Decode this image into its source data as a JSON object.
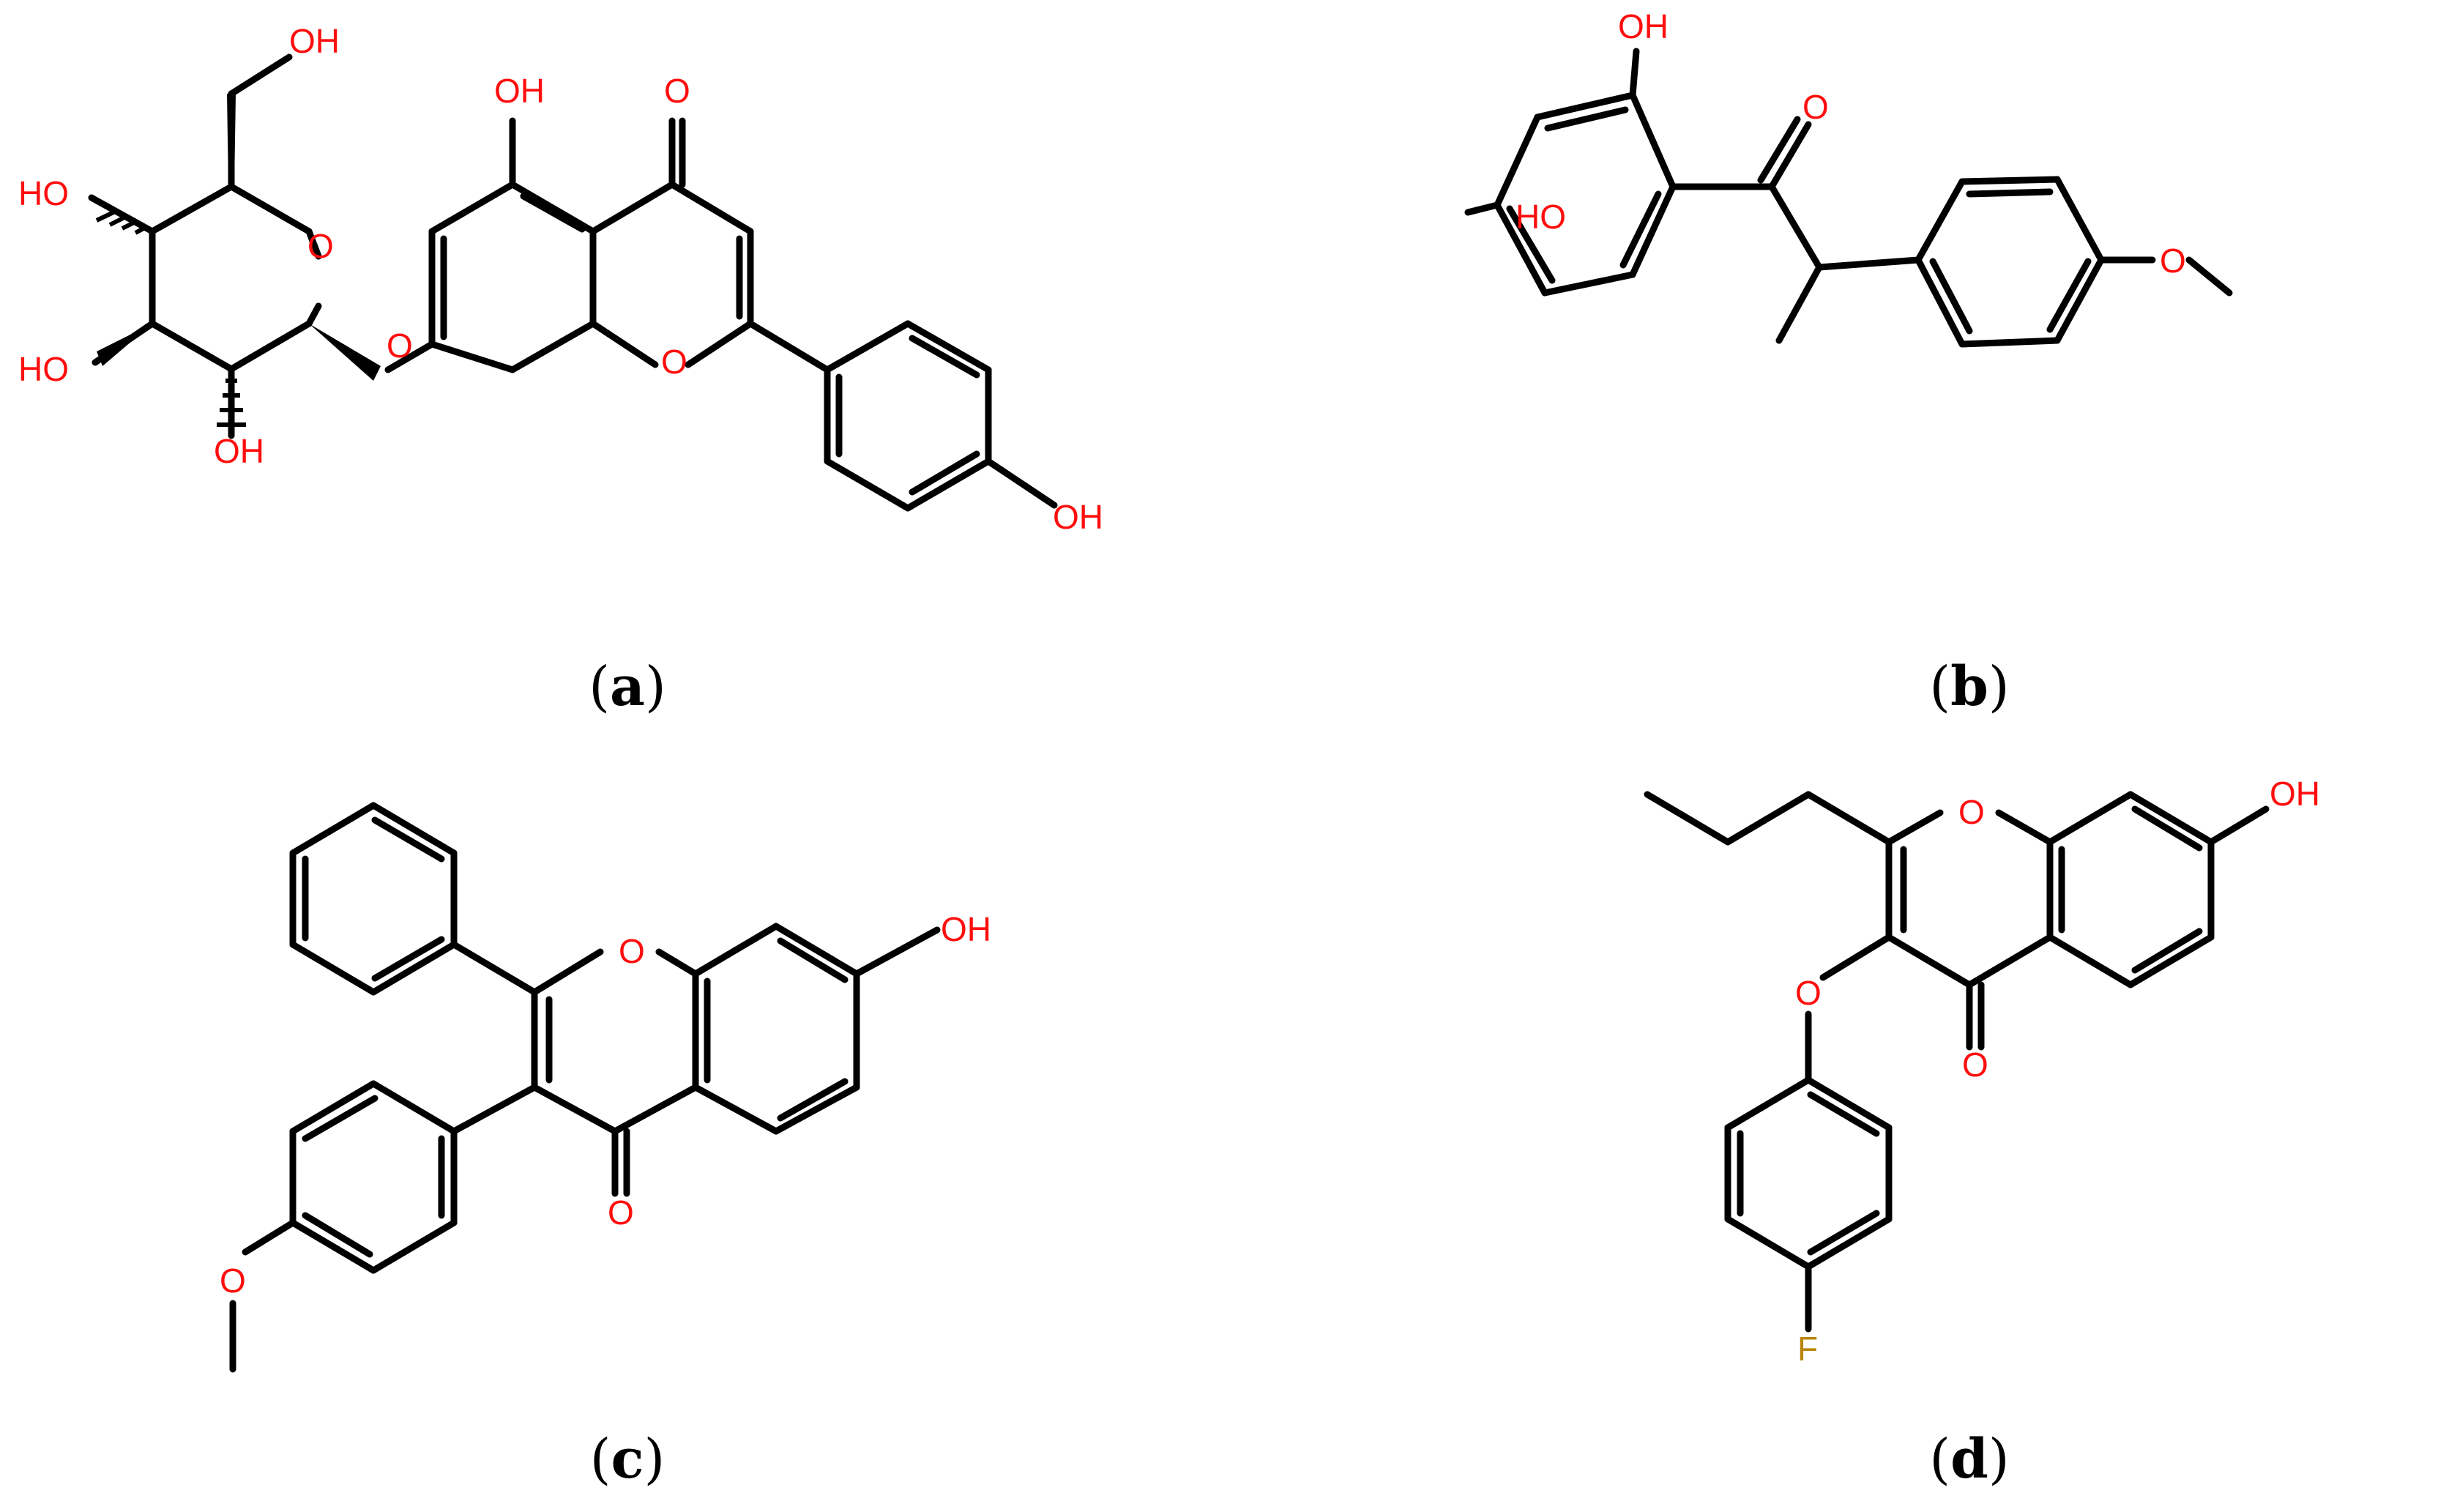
{
  "figure": {
    "panels": [
      {
        "label": "a",
        "atoms": {
          "o1": "OH",
          "o2": "HO",
          "o3": "HO",
          "o4": "OH",
          "o5": "O",
          "o6": "O",
          "o7": "OH",
          "o8": "O",
          "o9": "O",
          "o10": "OH"
        }
      },
      {
        "label": "b",
        "atoms": {
          "o1": "OH",
          "o2": "HO",
          "o3": "O",
          "o4": "O"
        }
      },
      {
        "label": "c",
        "atoms": {
          "o1": "O",
          "o2": "OH",
          "o3": "O",
          "o4": "O"
        }
      },
      {
        "label": "d",
        "atoms": {
          "o1": "O",
          "o2": "OH",
          "o3": "O",
          "o4": "O",
          "f1": "F"
        }
      }
    ],
    "colors": {
      "bond": "#000000",
      "oxygen": "#ff0d0d",
      "fluorine": "#b8860b"
    }
  }
}
